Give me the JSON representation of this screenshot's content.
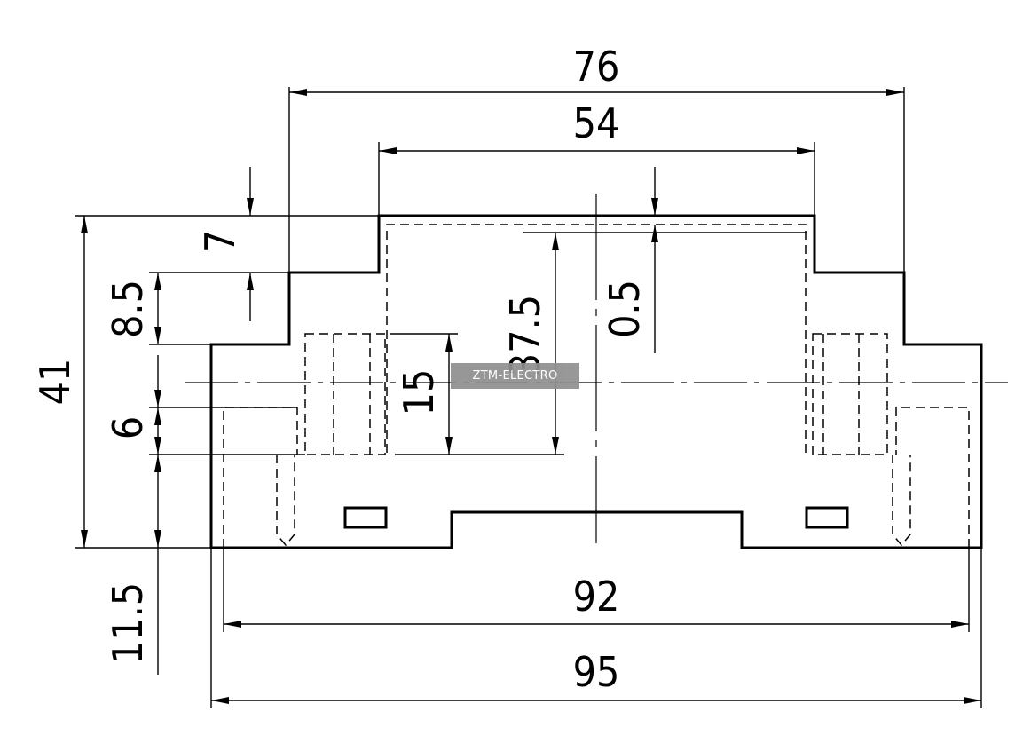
{
  "dimensions": {
    "top_outer": "76",
    "top_inner": "54",
    "step_height": "7",
    "shoulder": "8.5",
    "total_height": "41",
    "mid_six": "6",
    "bottom": "11.5",
    "slot": "15",
    "inner_depth": "37.5",
    "lip": "0.5",
    "width_inner": "92",
    "width_outer": "95"
  },
  "watermark": "ZTM-ELECTRO",
  "colors": {
    "line": "#000000",
    "watermark_bg": "#8f8f8f",
    "watermark_text": "#ffffff"
  }
}
